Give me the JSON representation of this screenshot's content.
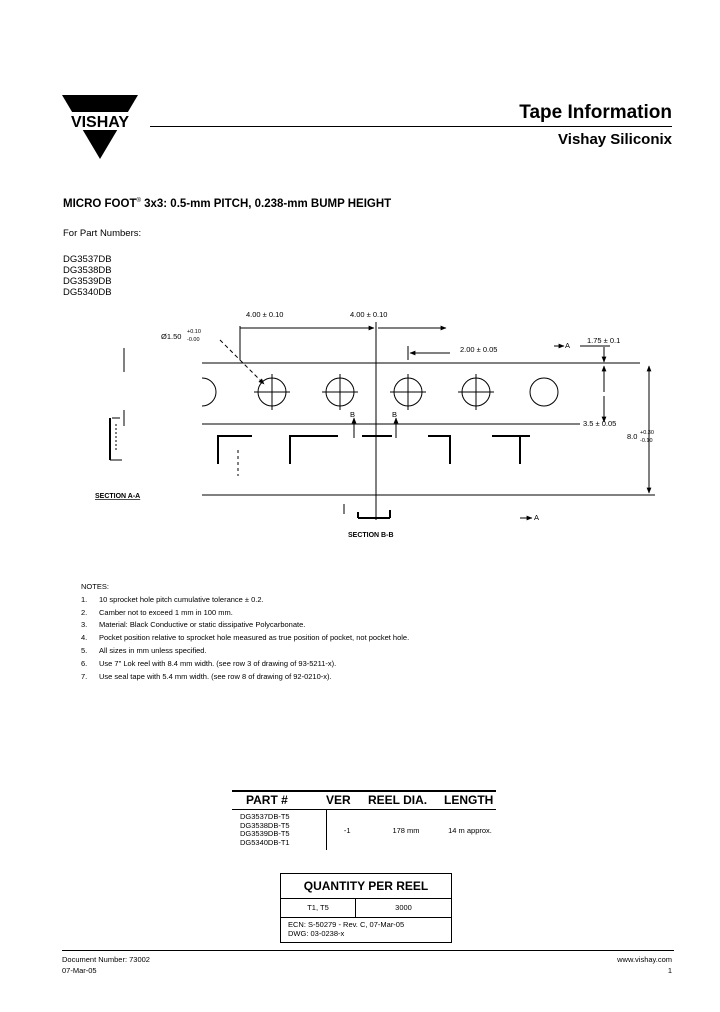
{
  "brand": {
    "logo_text": "VISHAY"
  },
  "header": {
    "title": "Tape Information",
    "subtitle": "Vishay Siliconix"
  },
  "document": {
    "title_prefix": "MICRO FOOT",
    "title_reg": "®",
    "title_suffix": " 3x3:  0.5-mm PITCH, 0.238-mm BUMP HEIGHT",
    "part_numbers_label": "For Part Numbers:",
    "part_numbers": [
      "DG3537DB",
      "DG3538DB",
      "DG3539DB",
      "DG5340DB"
    ]
  },
  "drawing": {
    "dim_pitch_left": "4.00 ± 0.10",
    "dim_pitch_right": "4.00 ± 0.10",
    "dim_hole_dia": "Ø1.50",
    "dim_hole_tol_plus": "+0.10",
    "dim_hole_tol_minus": "-0.00",
    "dim_half_pitch": "2.00 ± 0.05",
    "dim_edge": "1.75 ± 0.1",
    "dim_center": "3.5 ± 0.05",
    "dim_width": "8.0",
    "dim_width_tol_plus": "+0.30",
    "dim_width_tol_minus": "-0.10",
    "label_b1": "B",
    "label_b2": "B",
    "label_a_top": "A",
    "label_a_bottom": "A",
    "section_aa": "SECTION A-A",
    "section_bb": "SECTION B-B"
  },
  "notes": {
    "heading": "NOTES:",
    "items": [
      {
        "num": "1.",
        "text": "10 sprocket hole pitch cumulative tolerance ± 0.2."
      },
      {
        "num": "2.",
        "text": "Camber not to exceed 1 mm in 100 mm."
      },
      {
        "num": "3.",
        "text": "Material: Black Conductive or static dissipative Polycarbonate."
      },
      {
        "num": "4.",
        "text": "Pocket position relative to sprocket hole measured as true position of pocket, not pocket hole."
      },
      {
        "num": "5.",
        "text": "All sizes in mm unless specified."
      },
      {
        "num": "6.",
        "text": "Use 7\" Lok reel with 8.4 mm width. (see row 3 of drawing of 93-5211-x)."
      },
      {
        "num": "7.",
        "text": "Use seal tape with 5.4 mm width. (see row 8 of drawing of 92-0210-x)."
      }
    ]
  },
  "reel_table": {
    "headers": [
      "PART #",
      "VER",
      "REEL DIA.",
      "LENGTH"
    ],
    "parts": [
      "DG3537DB-T5",
      "DG3538DB-T5",
      "DG3539DB-T5",
      "DG5340DB-T1"
    ],
    "ver": "-1",
    "reel_dia": "178 mm",
    "length": "14 m approx."
  },
  "quantity": {
    "title": "QUANTITY PER REEL",
    "type": "T1, T5",
    "qty": "3000",
    "ecn": "ECN:  S-50279 - Rev. C, 07-Mar-05",
    "dwg": "DWG:  03-0238-x"
  },
  "footer": {
    "doc_number": "Document Number: 73002",
    "date": "07-Mar-05",
    "website": "www.vishay.com",
    "page": "1"
  }
}
